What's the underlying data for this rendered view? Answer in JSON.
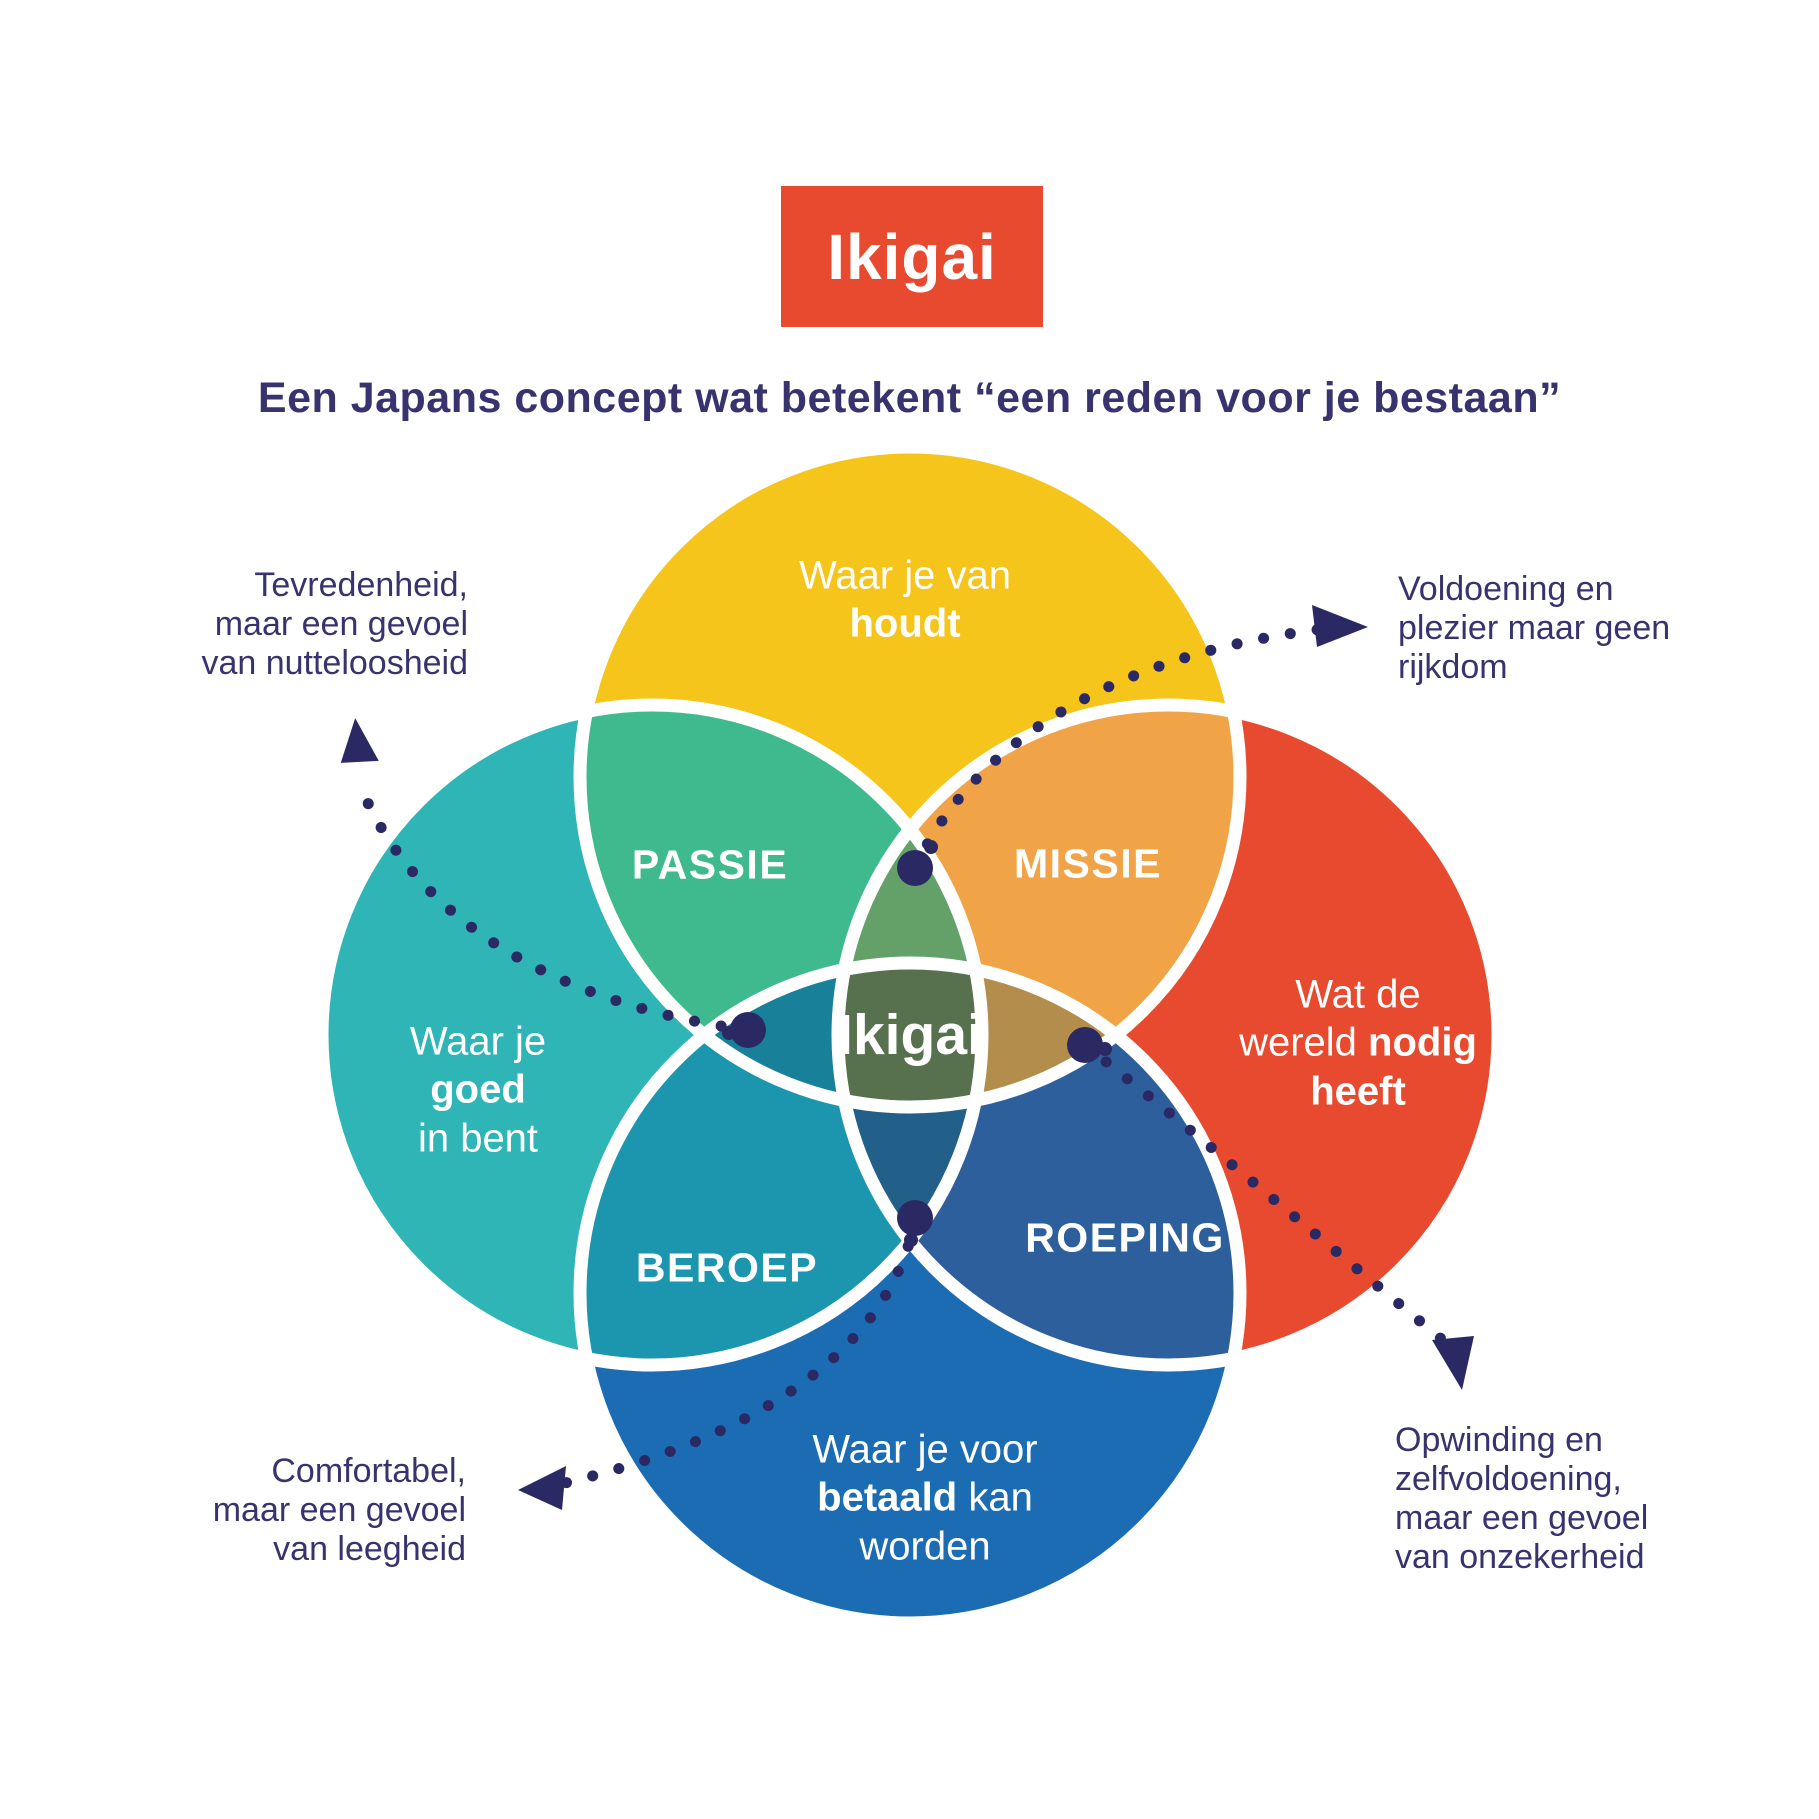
{
  "title": {
    "label": "Ikigai"
  },
  "subtitle": "Een Japans concept wat betekent “een reden voor je bestaan”",
  "colors": {
    "title_box": "#E84A2F",
    "text_navy": "#37336E",
    "connector": "#2B2964",
    "circle_top": "#F6C51B",
    "circle_left": "#2FB5B5",
    "circle_right": "#E84A2F",
    "circle_bottom": "#1C6CB4",
    "overlap_passie": "#3EBA8E",
    "overlap_missie": "#F0A347",
    "overlap_beroep": "#1B96AE",
    "overlap_roeping": "#2E5F9D",
    "petal_top": "#63A169",
    "petal_left": "#19809A",
    "petal_right": "#B28D4C",
    "petal_bottom": "#22608A",
    "center_region": "#57704E",
    "outline": "#FFFFFF"
  },
  "circles": {
    "top": {
      "line1": "Waar je van",
      "line2": "houdt"
    },
    "left": {
      "line1": "Waar je",
      "line2": "goed",
      "line3": "in bent"
    },
    "right": {
      "line1": "Wat de",
      "line2a": "wereld ",
      "line2b": "nodig",
      "line3": "heeft"
    },
    "bottom": {
      "line1": "Waar je voor",
      "line2a": "betaald",
      "line2b": " kan",
      "line3": "worden"
    }
  },
  "overlaps": {
    "passie": "PASSIE",
    "missie": "MISSIE",
    "beroep": "BEROEP",
    "roeping": "ROEPING",
    "center": "Ikigai"
  },
  "annotations": {
    "top_left": {
      "lines": [
        "Tevredenheid,",
        "maar een gevoel",
        "van nutteloosheid"
      ]
    },
    "top_right": {
      "lines": [
        "Voldoening en",
        "plezier maar geen",
        "rijkdom"
      ]
    },
    "bottom_left": {
      "lines": [
        "Comfortabel,",
        "maar een gevoel",
        "van leegheid"
      ]
    },
    "bottom_right": {
      "lines": [
        "Opwinding en",
        "zelfvoldoening,",
        "maar een gevoel",
        "van onzekerheid"
      ]
    }
  }
}
